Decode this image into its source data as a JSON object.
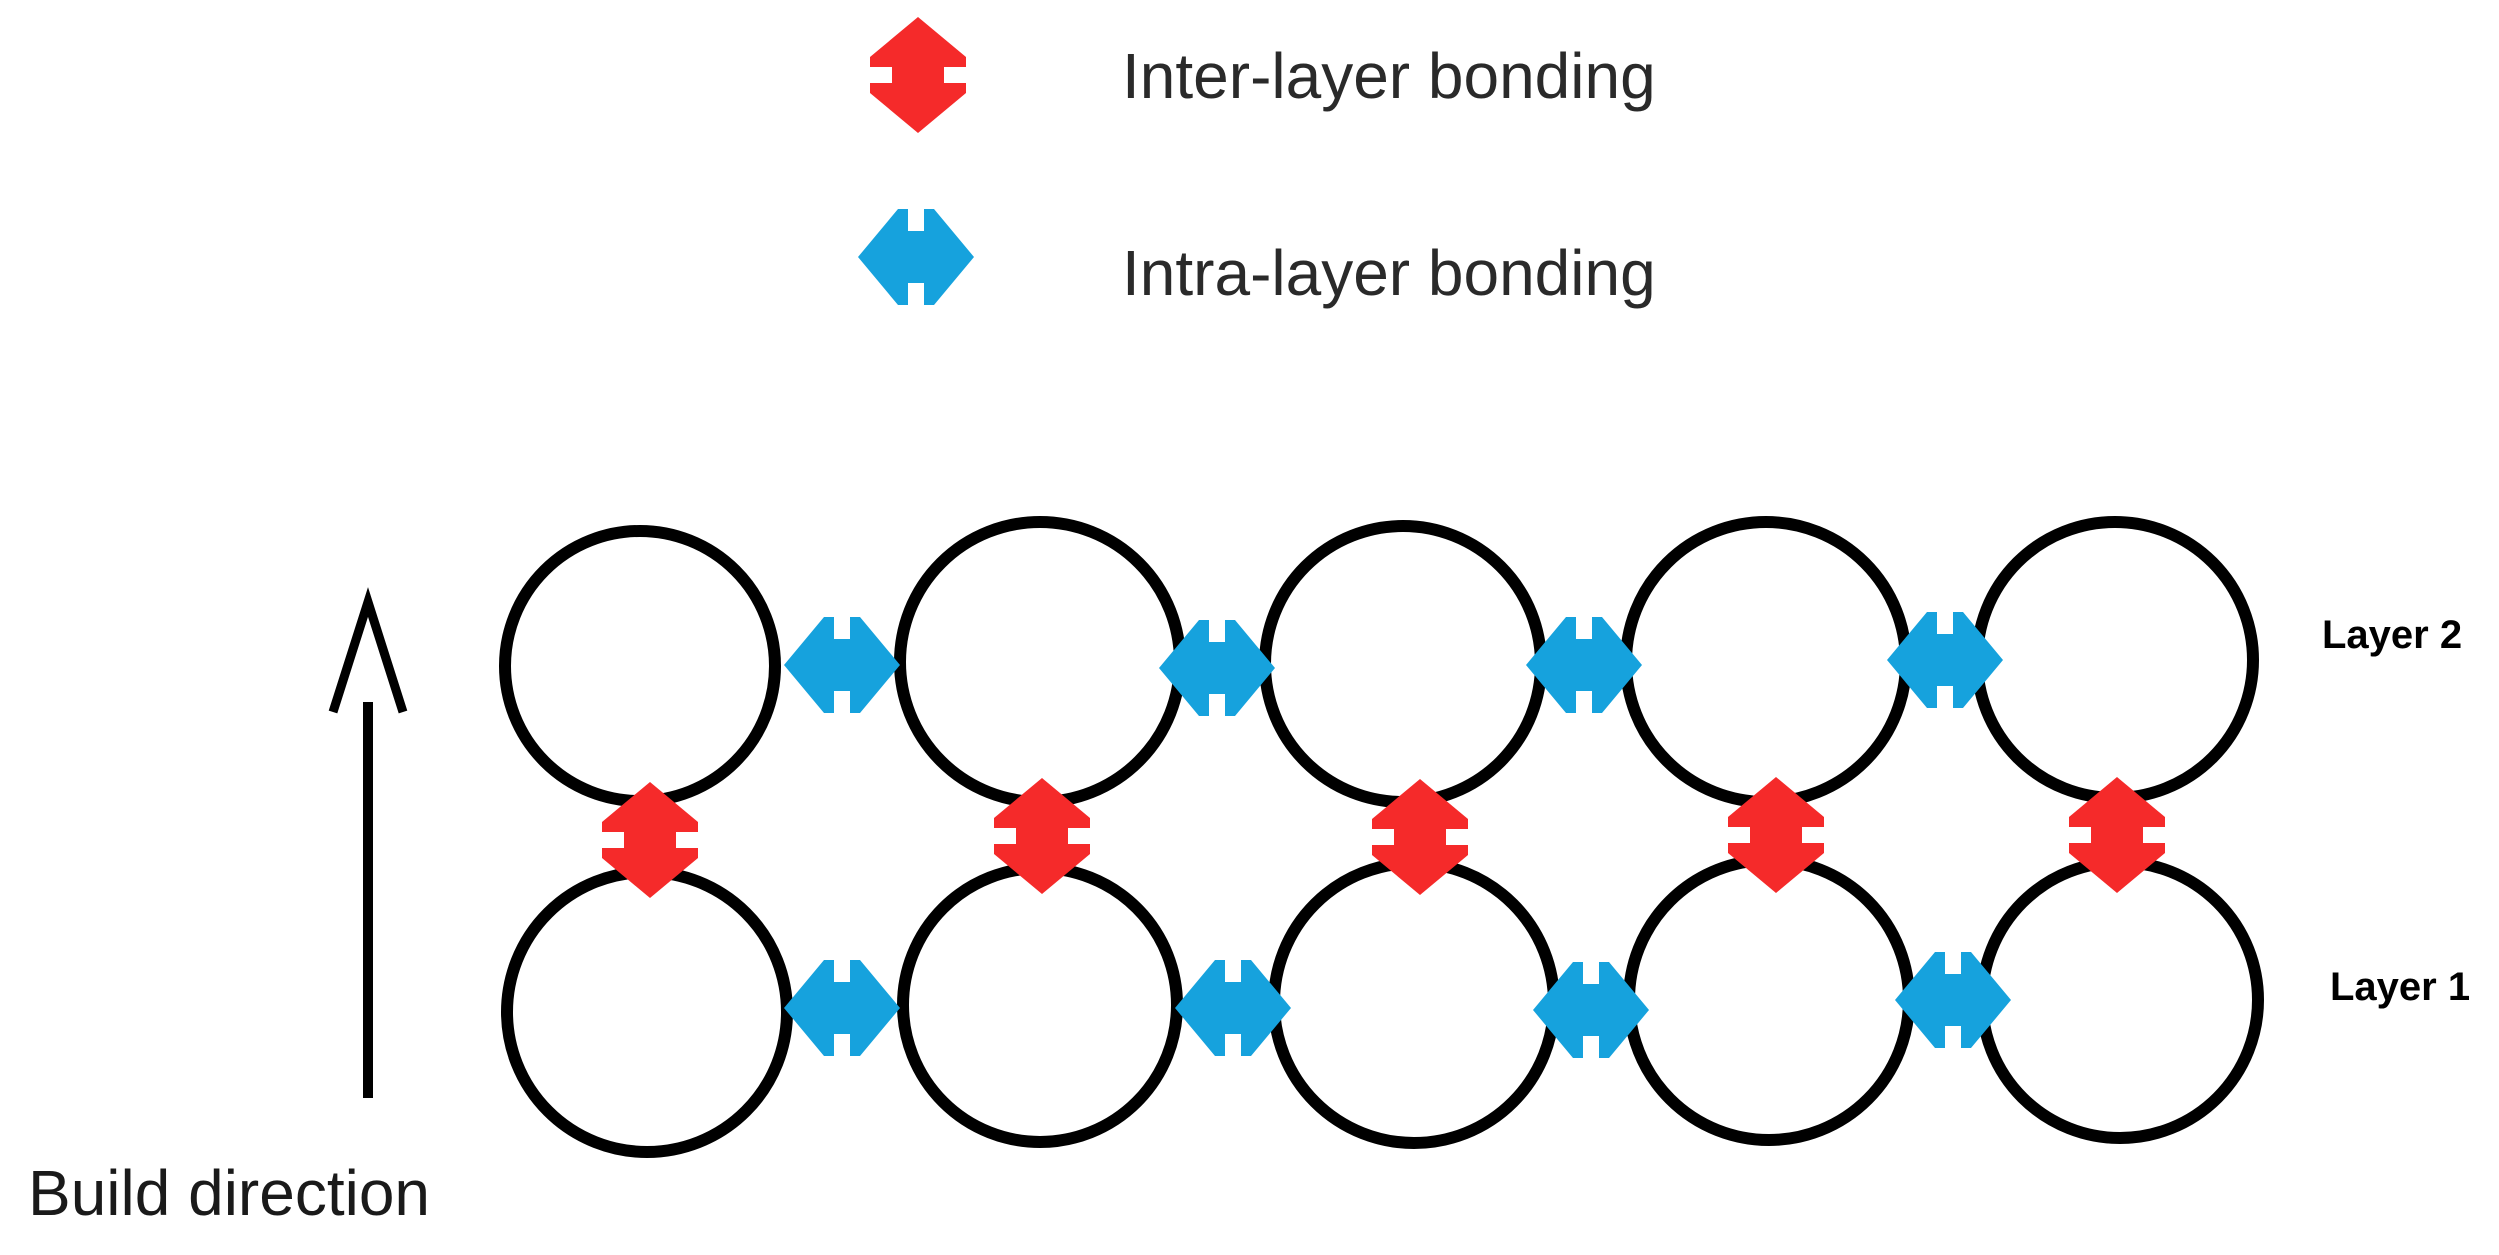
{
  "legend": {
    "inter": {
      "label": "Inter-layer bonding",
      "icon": "red-vertical-arrow-icon"
    },
    "intra": {
      "label": "Intra-layer bonding",
      "icon": "blue-horizontal-arrow-icon"
    }
  },
  "build_direction": {
    "label": "Build direction",
    "icon": "up-arrow-icon"
  },
  "layers": [
    {
      "label": "Layer 2"
    },
    {
      "label": "Layer 1"
    }
  ],
  "colors": {
    "inter": "#f52a2a",
    "intra": "#16a2dd",
    "circle": "#000000",
    "text": "#2a2a2a"
  },
  "structure": {
    "filaments_per_layer": 5,
    "intra_bonds_per_layer": 4,
    "inter_bonds": 5
  }
}
